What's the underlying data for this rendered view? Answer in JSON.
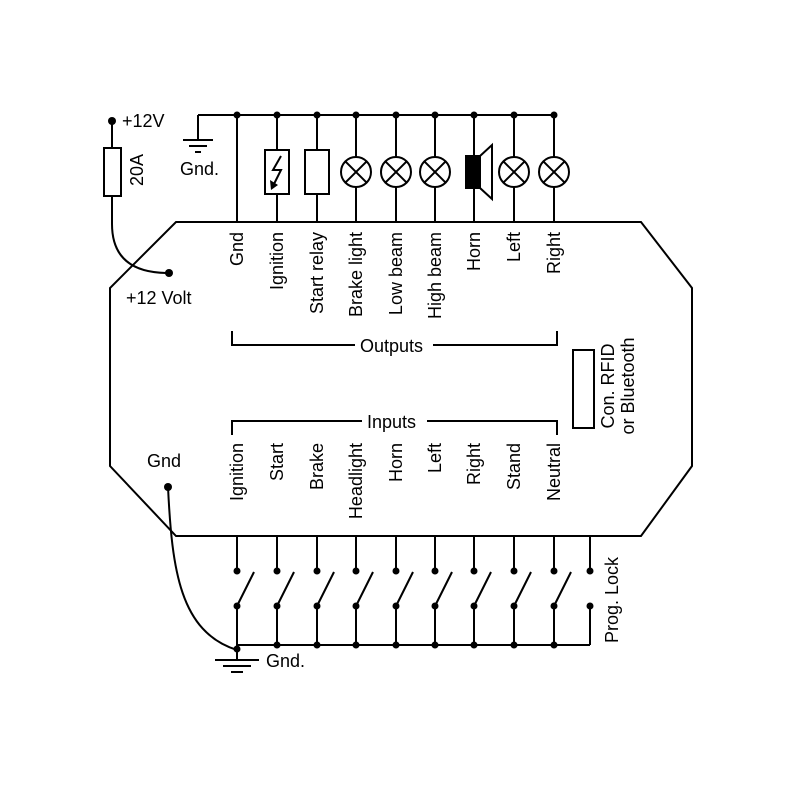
{
  "power": {
    "supply_label": "+12V",
    "fuse_rating": "20A",
    "supply_terminal_label": "+12 Volt"
  },
  "grounds": {
    "top_label": "Gnd.",
    "left_label": "Gnd",
    "bottom_label": "Gnd."
  },
  "outputs": {
    "group_label": "Outputs",
    "pins": [
      "Gnd",
      "Ignition",
      "Start relay",
      "Brake light",
      "Low beam",
      "High beam",
      "Horn",
      "Left",
      "Right"
    ]
  },
  "inputs": {
    "group_label": "Inputs",
    "pins": [
      "Ignition",
      "Start",
      "Brake",
      "Headlight",
      "Horn",
      "Left",
      "Right",
      "Stand",
      "Neutral"
    ]
  },
  "connector": {
    "label_line1": "Con. RFID",
    "label_line2": "or Bluetooth"
  },
  "prog_lock": {
    "label": "Prog. Lock"
  },
  "icons": {
    "output_devices": [
      "ground",
      "lightning-coil",
      "relay",
      "lamp",
      "lamp",
      "lamp",
      "horn",
      "lamp",
      "lamp"
    ],
    "input_switches": 9
  },
  "colors": {
    "line": "#000000",
    "background": "#ffffff"
  }
}
